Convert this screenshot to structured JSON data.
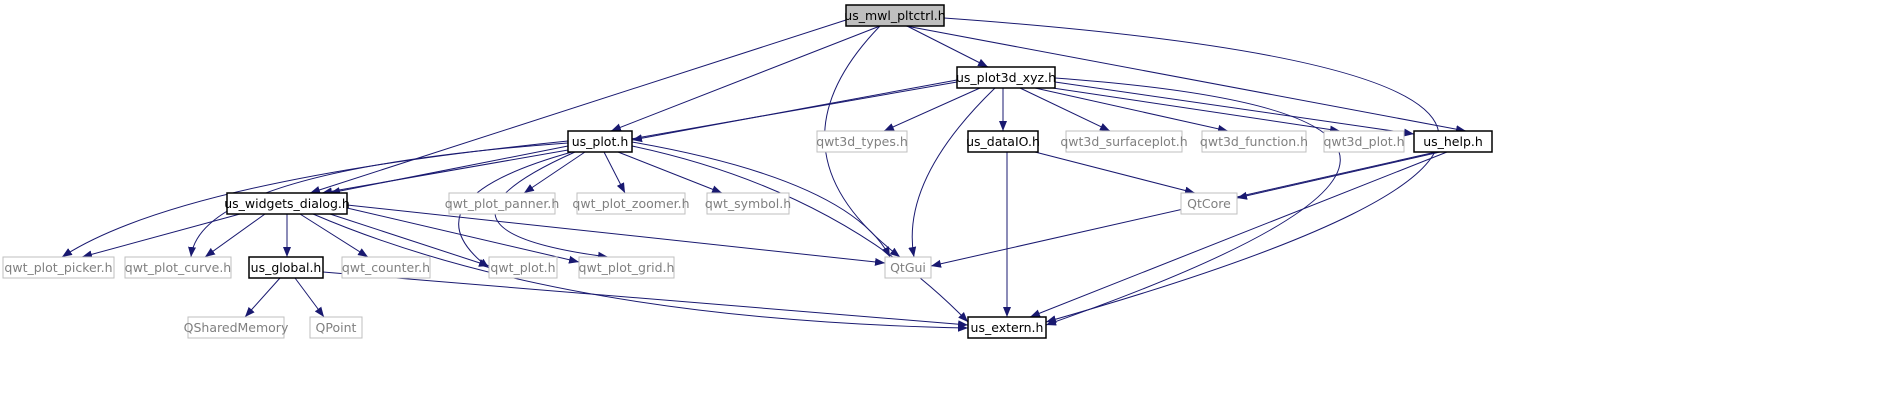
{
  "diagram": {
    "colors": {
      "edge": "#191970",
      "node_border_dark": "#000000",
      "node_border_light": "#bfbfbf",
      "node_text_light": "#808080",
      "root_fill": "#bfbfbf"
    },
    "nodes": [
      {
        "id": "root",
        "label": "us_mwl_pltctrl.h",
        "style": "root"
      },
      {
        "id": "plot3d",
        "label": "us_plot3d_xyz.h",
        "style": "dark"
      },
      {
        "id": "plot",
        "label": "us_plot.h",
        "style": "dark"
      },
      {
        "id": "qwt3dtypes",
        "label": "qwt3d_types.h",
        "style": "light"
      },
      {
        "id": "dataio",
        "label": "us_dataIO.h",
        "style": "dark"
      },
      {
        "id": "surfaceplot",
        "label": "qwt3d_surfaceplot.h",
        "style": "light"
      },
      {
        "id": "function",
        "label": "qwt3d_function.h",
        "style": "light"
      },
      {
        "id": "qwt3dplot",
        "label": "qwt3d_plot.h",
        "style": "light"
      },
      {
        "id": "help",
        "label": "us_help.h",
        "style": "dark"
      },
      {
        "id": "widgets",
        "label": "us_widgets_dialog.h",
        "style": "dark"
      },
      {
        "id": "panner",
        "label": "qwt_plot_panner.h",
        "style": "light"
      },
      {
        "id": "zoomer",
        "label": "qwt_plot_zoomer.h",
        "style": "light"
      },
      {
        "id": "symbol",
        "label": "qwt_symbol.h",
        "style": "light"
      },
      {
        "id": "qtcore",
        "label": "QtCore",
        "style": "light"
      },
      {
        "id": "picker",
        "label": "qwt_plot_picker.h",
        "style": "light"
      },
      {
        "id": "curve",
        "label": "qwt_plot_curve.h",
        "style": "light"
      },
      {
        "id": "global",
        "label": "us_global.h",
        "style": "dark"
      },
      {
        "id": "counter",
        "label": "qwt_counter.h",
        "style": "light"
      },
      {
        "id": "qwtplot",
        "label": "qwt_plot.h",
        "style": "light"
      },
      {
        "id": "grid",
        "label": "qwt_plot_grid.h",
        "style": "light"
      },
      {
        "id": "qtgui",
        "label": "QtGui",
        "style": "light"
      },
      {
        "id": "sharedmem",
        "label": "QSharedMemory",
        "style": "light"
      },
      {
        "id": "qpoint",
        "label": "QPoint",
        "style": "light"
      },
      {
        "id": "extern",
        "label": "us_extern.h",
        "style": "dark"
      }
    ],
    "edges": [
      [
        "root",
        "plot3d"
      ],
      [
        "root",
        "plot"
      ],
      [
        "root",
        "widgets"
      ],
      [
        "root",
        "qtgui"
      ],
      [
        "root",
        "help"
      ],
      [
        "root",
        "extern"
      ],
      [
        "plot3d",
        "plot"
      ],
      [
        "plot3d",
        "widgets"
      ],
      [
        "plot3d",
        "qwt3dtypes"
      ],
      [
        "plot3d",
        "dataio"
      ],
      [
        "plot3d",
        "surfaceplot"
      ],
      [
        "plot3d",
        "function"
      ],
      [
        "plot3d",
        "qwt3dplot"
      ],
      [
        "plot3d",
        "help"
      ],
      [
        "plot3d",
        "qtgui"
      ],
      [
        "plot3d",
        "extern"
      ],
      [
        "plot",
        "widgets"
      ],
      [
        "plot",
        "panner"
      ],
      [
        "plot",
        "zoomer"
      ],
      [
        "plot",
        "symbol"
      ],
      [
        "plot",
        "picker"
      ],
      [
        "plot",
        "curve"
      ],
      [
        "plot",
        "qwtplot"
      ],
      [
        "plot",
        "grid"
      ],
      [
        "plot",
        "qtgui"
      ],
      [
        "plot",
        "extern"
      ],
      [
        "widgets",
        "picker"
      ],
      [
        "widgets",
        "curve"
      ],
      [
        "widgets",
        "global"
      ],
      [
        "widgets",
        "counter"
      ],
      [
        "widgets",
        "qwtplot"
      ],
      [
        "widgets",
        "grid"
      ],
      [
        "widgets",
        "qtgui"
      ],
      [
        "widgets",
        "extern"
      ],
      [
        "global",
        "sharedmem"
      ],
      [
        "global",
        "qpoint"
      ],
      [
        "global",
        "extern"
      ],
      [
        "dataio",
        "qtcore"
      ],
      [
        "dataio",
        "extern"
      ],
      [
        "help",
        "qtcore"
      ],
      [
        "help",
        "qtgui"
      ],
      [
        "help",
        "extern"
      ]
    ]
  }
}
